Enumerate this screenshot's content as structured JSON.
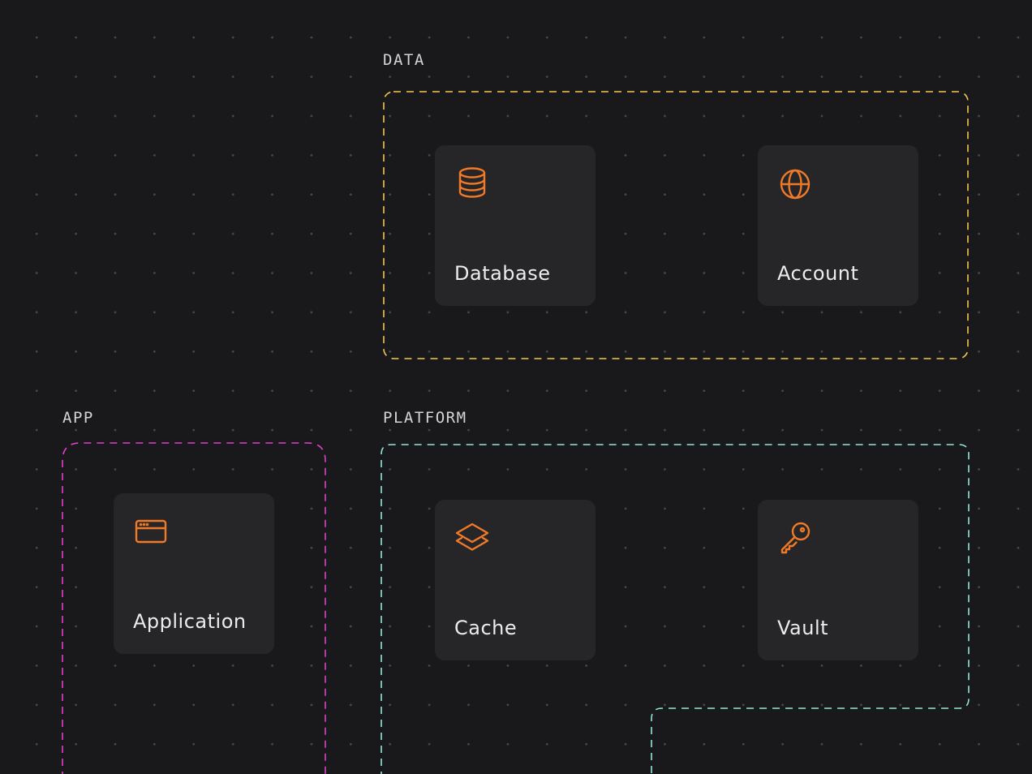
{
  "groups": {
    "data": {
      "label": "DATA",
      "color": "#f2c94c"
    },
    "app": {
      "label": "APP",
      "color": "#e040c8"
    },
    "platform": {
      "label": "PLATFORM",
      "color": "#8ee8d8"
    }
  },
  "nodes": {
    "database": {
      "label": "Database",
      "icon": "database-icon"
    },
    "account": {
      "label": "Account",
      "icon": "globe-icon"
    },
    "application": {
      "label": "Application",
      "icon": "browser-window-icon"
    },
    "cache": {
      "label": "Cache",
      "icon": "layers-icon"
    },
    "vault": {
      "label": "Vault",
      "icon": "key-icon"
    }
  },
  "colors": {
    "background": "#19191b",
    "node_fill": "#262628",
    "icon_accent": "#f07a28"
  }
}
